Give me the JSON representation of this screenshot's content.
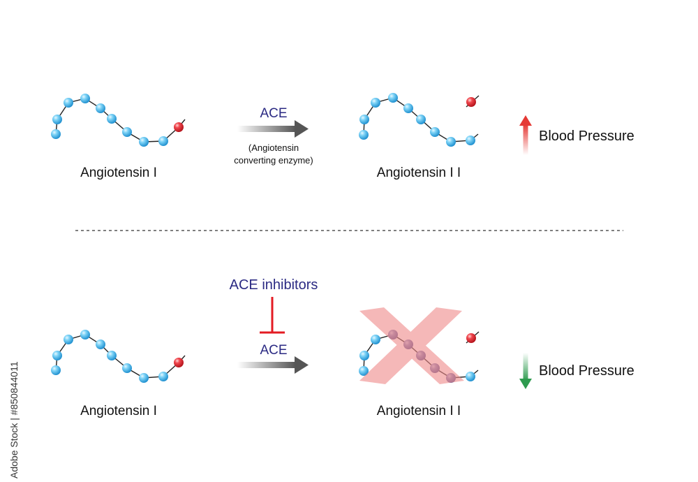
{
  "colors": {
    "bead": "#4fc3f3",
    "bead_stroke": "#1f8fd0",
    "red_bead": "#e5202a",
    "navy_text": "#2b2a83",
    "up_arrow": "#e53935",
    "down_arrow": "#2e9b4f",
    "cross": "#f4a3a3",
    "inhibit": "#e31b23"
  },
  "top": {
    "left_label": "Angiotensin I",
    "enzyme_label": "ACE",
    "enzyme_full_line1": "(Angiotensin",
    "enzyme_full_line2": "converting enzyme)",
    "right_label": "Angiotensin I I",
    "effect_label": "Blood Pressure",
    "effect_direction": "up"
  },
  "bottom": {
    "left_label": "Angiotensin I",
    "inhibitor_label": "ACE inhibitors",
    "enzyme_label": "ACE",
    "right_label": "Angiotensin I I",
    "effect_label": "Blood Pressure",
    "effect_direction": "down"
  },
  "watermark_id": "Adobe Stock | #850844011"
}
